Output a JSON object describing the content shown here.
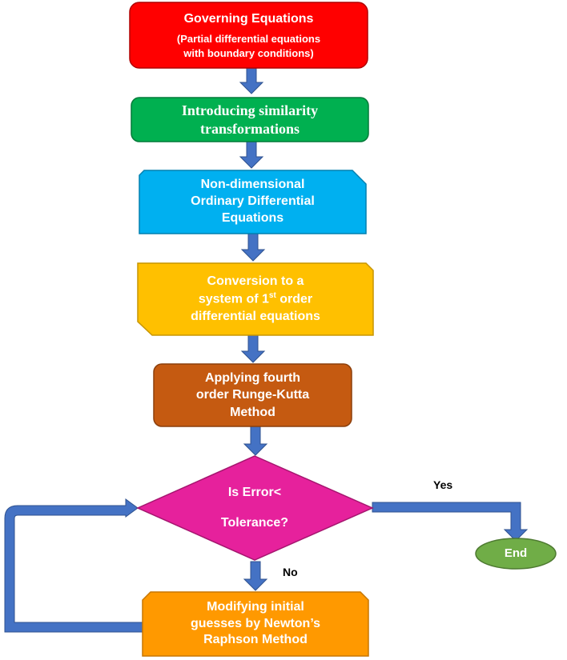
{
  "nodes": {
    "governing": {
      "title": "Governing Equations",
      "sub_line1": "(Partial differential equations",
      "sub_line2": "with boundary  conditions)",
      "color": "#ff0000"
    },
    "similarity": {
      "line1": "Introducing similarity",
      "line2": "transformations",
      "color": "#00b050"
    },
    "ode": {
      "line1": "Non-dimensional",
      "line2": "Ordinary Differential",
      "line3": "Equations",
      "color": "#00b0f0"
    },
    "conversion": {
      "line1": "Conversion to a",
      "line2_pre": "system of 1",
      "line2_sup": "st",
      "line2_post": " order",
      "line3": "differential equations",
      "color": "#ffc000"
    },
    "rk4": {
      "line1": "Applying fourth",
      "line2": "order Runge-Kutta",
      "line3": "Method",
      "color": "#c55a11"
    },
    "decision": {
      "line1": "Is Error<",
      "line2": "Tolerance?",
      "color": "#e6219c"
    },
    "newton": {
      "line1": "Modifying initial",
      "line2": "guesses by Newton’s",
      "line3": "Raphson Method",
      "color": "#ff9900"
    },
    "end": {
      "label": "End",
      "color": "#70ad47"
    }
  },
  "edges": {
    "yes_label": "Yes",
    "no_label": "No",
    "arrow_color": "#4472c4"
  }
}
